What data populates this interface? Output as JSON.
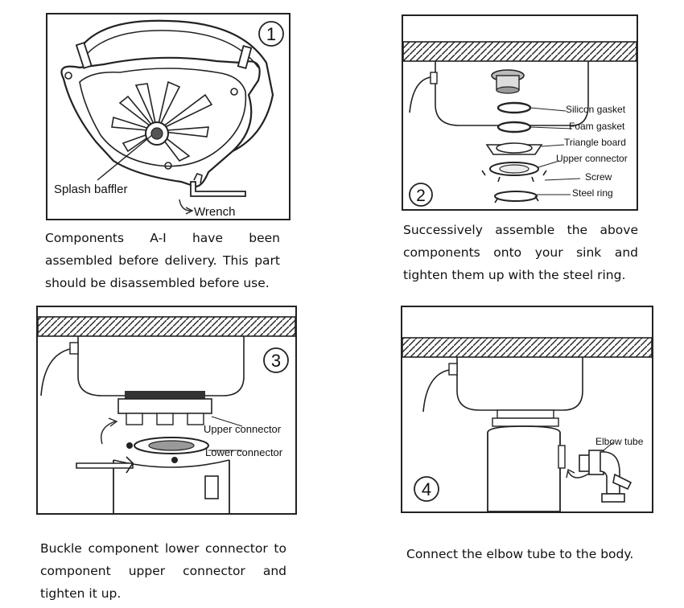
{
  "steps": [
    {
      "number": "1",
      "labels": {
        "splash": "Splash baffler",
        "wrench": "Wrench"
      },
      "caption": "Components A-I have been assembled before delivery. This part should be disassembled before use."
    },
    {
      "number": "2",
      "labels": {
        "silicon": "Silicon gasket",
        "foam": "Foam gasket",
        "triangle": "Triangle board",
        "upper": "Upper connector",
        "screw": "Screw",
        "ring": "Steel ring"
      },
      "caption": "Successively assemble the above components onto your sink and tighten them up with the steel ring."
    },
    {
      "number": "3",
      "labels": {
        "upper": "Upper connector",
        "lower": "Lower connector"
      },
      "caption": "Buckle component lower connector to component upper connector and tighten it up."
    },
    {
      "number": "4",
      "labels": {
        "elbow": "Elbow tube"
      },
      "caption": "Connect the elbow tube to the body."
    }
  ]
}
